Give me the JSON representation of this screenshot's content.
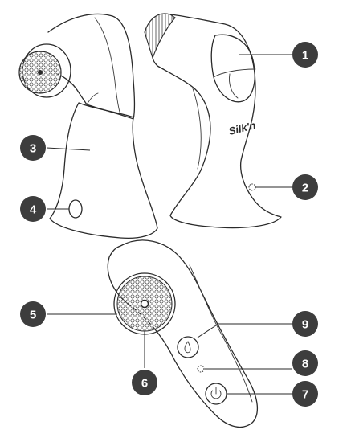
{
  "brand_label": "Silk'n",
  "callouts": [
    {
      "number": "1"
    },
    {
      "number": "2"
    },
    {
      "number": "3"
    },
    {
      "number": "4"
    },
    {
      "number": "5"
    },
    {
      "number": "6"
    },
    {
      "number": "7"
    },
    {
      "number": "8"
    },
    {
      "number": "9"
    }
  ]
}
